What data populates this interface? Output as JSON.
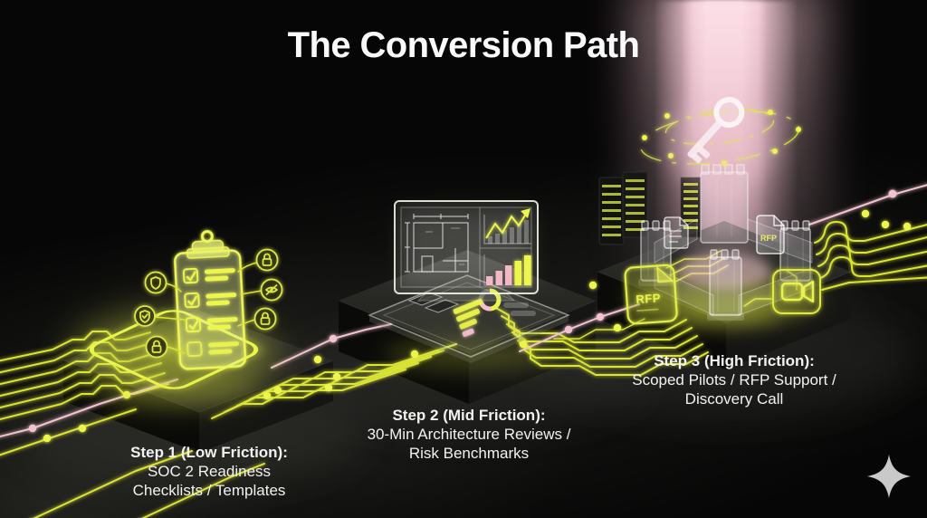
{
  "title": "The Conversion Path",
  "steps": [
    {
      "heading": "Step 1 (Low Friction):",
      "lines": [
        "SOC 2 Readiness",
        "Checklists / Templates"
      ]
    },
    {
      "heading": "Step 2 (Mid Friction):",
      "lines": [
        "30-Min Architecture Reviews /",
        "Risk Benchmarks"
      ]
    },
    {
      "heading": "Step 3 (High Friction):",
      "lines": [
        "Scoped Pilots / RFP Support /",
        "Discovery Call"
      ]
    }
  ],
  "labels": {
    "rfp": "RFP"
  },
  "icons": {
    "sparkle_logo": "✦"
  },
  "colors": {
    "background": "#060606",
    "accent_yellow": "#e8f350",
    "accent_pink": "#f3c6d2",
    "text": "#f5f5f5",
    "logo": "#c9c9c9"
  }
}
